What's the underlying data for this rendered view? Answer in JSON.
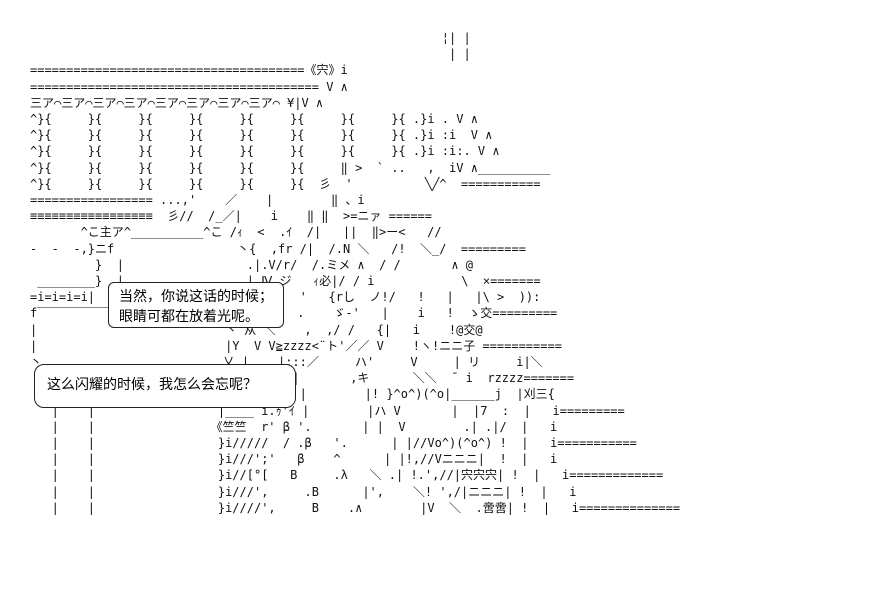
{
  "dialogue": {
    "top": {
      "lines": [
        "当然，你说这话的时候；",
        "眼睛可都在放着光呢。"
      ]
    },
    "bottom": {
      "lines": [
        "这么闪耀的时候，我怎么会忘呢？"
      ]
    }
  },
  "art": {
    "label": "《宍》",
    "text": "                                                         ¦| |\n                                                          | |\n======================================《宍》i\n======================================== V ∧\n三ア⌒三ア⌒三ア⌒三ア⌒三ア⌒三ア⌒三ア⌒三ア⌒ ¥|V ∧\n^}{     }{     }{     }{     }{     }{     }{     }{ .}i . V ∧\n^}{     }{     }{     }{     }{     }{     }{     }{ .}i :i  V ∧\n^}{     }{     }{     }{     }{     }{     }{     }{ .}i :i:. V ∧\n^}{     }{     }{     }{     }{     }{     ‖ >  ` ..   ,  iV ∧__________\n^}{     }{     }{     }{     }{     }{  彡  '          ╲╱^  ===========\n================= ...,'    ／    |        ‖ 、i\n≡≡≡≡≡≡≡≡≡≡≡≡≡≡≡≡≡  彡//  /_／|    i    ‖ ‖  >=ニァ ======\n       ^こ主ア^__________^こ /ｨ  <  .ｲ  /|   ||  ‖>ー<   //\n-  -  -,}ニf                 丶{  ,fr /|  /.N ＼   /!  ＼_/  =========\n         }  |                 .|.V/r/  /.ミメ ∧  / /       ∧ @\n ________}  |                 |.Ⅳ ジ   ｨ必|/ / i            \\  ×=======\n=i=i=i=i|   、________________乂 ∧    '   {rし  ノ!/   !   |   |\\ >  )):\nf‾‾‾‾‾‾‾‾‾‾‾‾‾‾‾‾‾‾‾‾‾‾‾‾‾‾|. i   ∧  .    ゞ-'   |    i   !  ゝ交=========\n|                          丶 从 ＼    ,  ,/ /   {|   i    !@交@\n|                          |Y  V V≧zzzz<¨ト'／／ V    !ヽ!ニニ子 ===========\n丶_________________________乂 |    |:::／     ハ'     V     | リ     i|＼\n   |    |                 |    ア ノ |       ,キ      ＼＼  ̄  i  rzzzz=======\n   |    |                 |    //リ／ |        |! }^o^)(^o|______j  |刈三{\n   |    |                 |____ i.ｩ'ｲ |        |ハ V       |  |7  :  |   i=========\n   |    |                《竺竺  r' β '.       | |  V        .| .|/  |   i\n   |    |                 }i/////  / .β   '.      | |//Vo^)(^o^) !  |   i===========\n   |    |                 }i///';'   β    ^      | |!,//Vニニニ|  !  |   i\n   |    |                 }i//[°[   B     .λ   ＼ .| !.',//|宍宍宍| !  |   i=============\n   |    |                 }i///',     .B      |',    ＼! ',/|ニニニ| !  |   i\n   |    |                 }i////',     B    .∧        |V  ＼  .啻啻| !  |   i=============="
  }
}
